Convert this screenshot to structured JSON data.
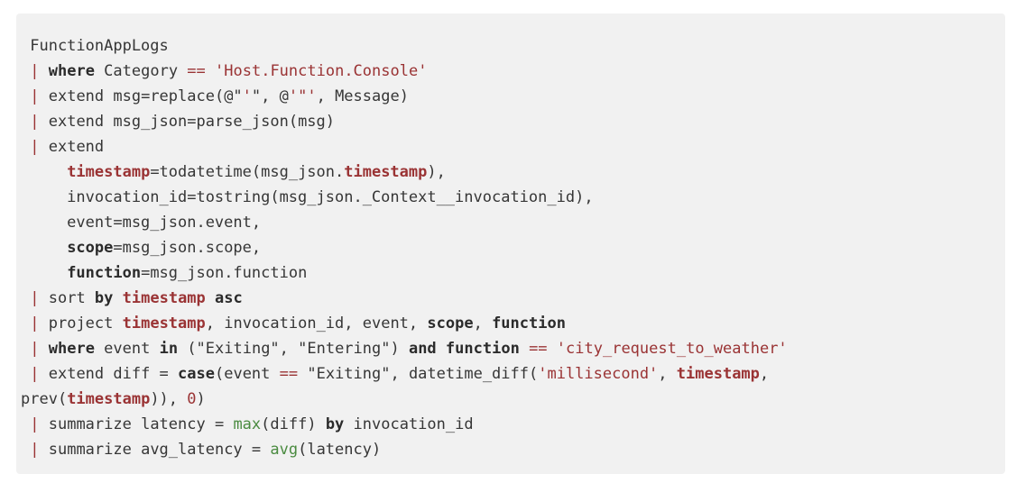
{
  "page": {
    "background": "#ffffff"
  },
  "code_block": {
    "background": "#f1f1f1",
    "colors": {
      "plain": "#363636",
      "keyword": "#2b2b2b",
      "red": "#9a3334",
      "green": "#4a8b40"
    },
    "plain_text": "FunctionAppLogs\n| where Category == 'Host.Function.Console'\n| extend msg=replace(@\"'\", @'\"', Message)\n| extend msg_json=parse_json(msg)\n| extend\n    timestamp=todatetime(msg_json.timestamp),\n    invocation_id=tostring(msg_json._Context__invocation_id),\n    event=msg_json.event,\n    scope=msg_json.scope,\n    function=msg_json.function\n| sort by timestamp asc\n| project timestamp, invocation_id, event, scope, function\n| where event in (\"Exiting\", \"Entering\") and function == 'city_request_to_weather'\n| extend diff = case(event == \"Exiting\", datetime_diff('millisecond', timestamp, prev(timestamp)), 0)\n| summarize latency = max(diff) by invocation_id\n| summarize avg_latency = avg(latency)",
    "lines": [
      [
        [
          "p",
          " FunctionAppLogs"
        ]
      ],
      [
        [
          "p",
          " "
        ],
        [
          "r",
          "|"
        ],
        [
          "p",
          " "
        ],
        [
          "k",
          "where"
        ],
        [
          "p",
          " Category "
        ],
        [
          "r",
          "=="
        ],
        [
          "p",
          " "
        ],
        [
          "r",
          "'Host.Function.Console'"
        ]
      ],
      [
        [
          "p",
          " "
        ],
        [
          "r",
          "|"
        ],
        [
          "p",
          " extend msg=replace(@\""
        ],
        [
          "r",
          "'"
        ],
        [
          "p",
          "\", @"
        ],
        [
          "r",
          "'\"'"
        ],
        [
          "p",
          ", Message)"
        ]
      ],
      [
        [
          "p",
          " "
        ],
        [
          "r",
          "|"
        ],
        [
          "p",
          " extend msg_json=parse_json(msg)"
        ]
      ],
      [
        [
          "p",
          " "
        ],
        [
          "r",
          "|"
        ],
        [
          "p",
          " extend"
        ]
      ],
      [
        [
          "p",
          "     "
        ],
        [
          "rb",
          "timestamp"
        ],
        [
          "p",
          "=todatetime(msg_json."
        ],
        [
          "rb",
          "timestamp"
        ],
        [
          "p",
          "),"
        ]
      ],
      [
        [
          "p",
          "     invocation_id=tostring(msg_json._Context__invocation_id),"
        ]
      ],
      [
        [
          "p",
          "     event=msg_json.event,"
        ]
      ],
      [
        [
          "p",
          "     "
        ],
        [
          "k",
          "scope"
        ],
        [
          "p",
          "=msg_json.scope,"
        ]
      ],
      [
        [
          "p",
          "     "
        ],
        [
          "k",
          "function"
        ],
        [
          "p",
          "=msg_json.function"
        ]
      ],
      [
        [
          "p",
          " "
        ],
        [
          "r",
          "|"
        ],
        [
          "p",
          " sort "
        ],
        [
          "k",
          "by"
        ],
        [
          "p",
          " "
        ],
        [
          "rb",
          "timestamp"
        ],
        [
          "p",
          " "
        ],
        [
          "k",
          "asc"
        ]
      ],
      [
        [
          "p",
          " "
        ],
        [
          "r",
          "|"
        ],
        [
          "p",
          " project "
        ],
        [
          "rb",
          "timestamp"
        ],
        [
          "p",
          ", invocation_id, event, "
        ],
        [
          "k",
          "scope"
        ],
        [
          "p",
          ", "
        ],
        [
          "k",
          "function"
        ]
      ],
      [
        [
          "p",
          " "
        ],
        [
          "r",
          "|"
        ],
        [
          "p",
          " "
        ],
        [
          "k",
          "where"
        ],
        [
          "p",
          " event "
        ],
        [
          "k",
          "in"
        ],
        [
          "p",
          " (\"Exiting\", \"Entering\") "
        ],
        [
          "k",
          "and"
        ],
        [
          "p",
          " "
        ],
        [
          "k",
          "function"
        ],
        [
          "p",
          " "
        ],
        [
          "r",
          "=="
        ],
        [
          "p",
          " "
        ],
        [
          "r",
          "'city_request_to_weather'"
        ]
      ],
      [
        [
          "p",
          " "
        ],
        [
          "r",
          "|"
        ],
        [
          "p",
          " extend diff = "
        ],
        [
          "k",
          "case"
        ],
        [
          "p",
          "(event "
        ],
        [
          "r",
          "=="
        ],
        [
          "p",
          " \"Exiting\", datetime_diff("
        ],
        [
          "r",
          "'millisecond'"
        ],
        [
          "p",
          ", "
        ],
        [
          "rb",
          "timestamp"
        ],
        [
          "p",
          ","
        ]
      ],
      [
        [
          "p",
          "prev("
        ],
        [
          "rb",
          "timestamp"
        ],
        [
          "p",
          ")), "
        ],
        [
          "r",
          "0"
        ],
        [
          "p",
          ")"
        ]
      ],
      [
        [
          "p",
          " "
        ],
        [
          "r",
          "|"
        ],
        [
          "p",
          " summarize latency = "
        ],
        [
          "g",
          "max"
        ],
        [
          "p",
          "(diff) "
        ],
        [
          "k",
          "by"
        ],
        [
          "p",
          " invocation_id"
        ]
      ],
      [
        [
          "p",
          " "
        ],
        [
          "r",
          "|"
        ],
        [
          "p",
          " summarize avg_latency = "
        ],
        [
          "g",
          "avg"
        ],
        [
          "p",
          "(latency)"
        ]
      ]
    ]
  }
}
